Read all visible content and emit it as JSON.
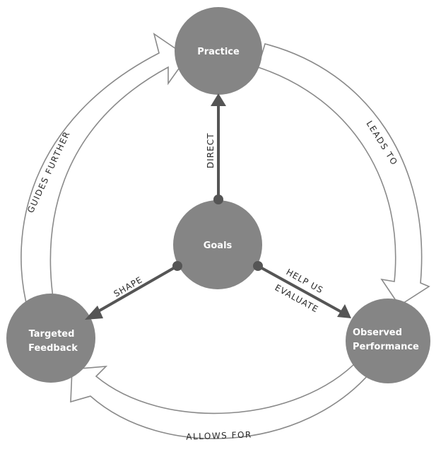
{
  "colors": {
    "node_fill": "#858585",
    "connector": "#555555",
    "cycle_arrow_fill": "#ffffff",
    "cycle_arrow_stroke": "#8a8a8a",
    "label_text": "#2a2a2a",
    "node_text": "#ffffff"
  },
  "nodes": {
    "goals": {
      "label": "Goals"
    },
    "practice": {
      "label": "Practice"
    },
    "targeted_feedback": {
      "lines": [
        "Targeted",
        "Feedback"
      ]
    },
    "observed_performance": {
      "lines": [
        "Observed",
        "Performance"
      ]
    }
  },
  "connectors": {
    "direct": {
      "label": "DIRECT",
      "from": "Goals",
      "to": "Practice"
    },
    "shape": {
      "label": "SHAPE",
      "from": "Goals",
      "to": "Targeted Feedback"
    },
    "help_us_evaluate": {
      "lines": [
        "HELP US",
        "EVALUATE"
      ],
      "from": "Goals",
      "to": "Observed Performance"
    }
  },
  "cycle": {
    "leads_to": {
      "label": "LEADS TO",
      "from": "Practice",
      "to": "Observed Performance"
    },
    "allows_for": {
      "label": "ALLOWS FOR",
      "from": "Observed Performance",
      "to": "Targeted Feedback"
    },
    "guides_further": {
      "label": "GUIDES FURTHER",
      "from": "Targeted Feedback",
      "to": "Practice"
    }
  }
}
